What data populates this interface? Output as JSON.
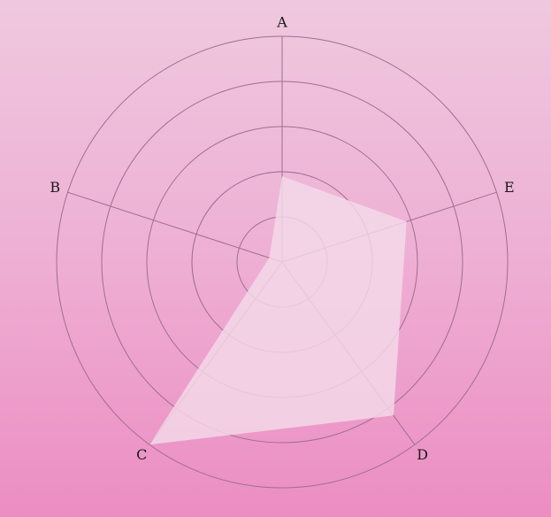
{
  "chart_data": {
    "type": "radar",
    "categories": [
      "A",
      "B",
      "C",
      "D",
      "E"
    ],
    "series": [
      {
        "values": [
          1.9,
          0.3,
          5.0,
          4.2,
          2.9
        ]
      }
    ],
    "rlim": [
      0,
      5
    ],
    "rings": [
      1,
      2,
      3,
      4,
      5
    ],
    "grid": true,
    "legend": "none",
    "colors": {
      "background_top": "#efc8df",
      "background_bottom": "#ec8dc2",
      "grid": "#9f6e8f",
      "fill": "#f4dbe9",
      "label": "#1a1a1a"
    }
  }
}
